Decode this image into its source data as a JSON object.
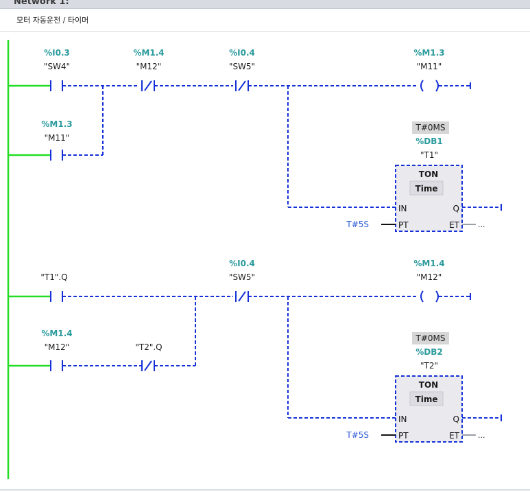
{
  "network": {
    "title": "Network 1:",
    "comment": "모터 자동운전 / 타이머"
  },
  "rung1": {
    "contact_sw4": {
      "address": "%I0.3",
      "tag": "\"SW4\""
    },
    "contact_m12": {
      "address": "%M1.4",
      "tag": "\"M12\""
    },
    "contact_sw5": {
      "address": "%I0.4",
      "tag": "\"SW5\""
    },
    "coil_m11": {
      "address": "%M1.3",
      "tag": "\"M11\""
    },
    "contact_m11": {
      "address": "%M1.3",
      "tag": "\"M11\""
    },
    "timer": {
      "preset_display": "T#0MS",
      "db": "%DB1",
      "name": "\"T1\"",
      "type": "TON",
      "subtitle": "Time",
      "pin_in": "IN",
      "pin_pt": "PT",
      "pin_q": "Q",
      "pin_et": "ET",
      "pt_value": "T#5S",
      "et_value": "..."
    }
  },
  "rung2": {
    "contact_t1q": {
      "tag": "\"T1\".Q"
    },
    "contact_sw5": {
      "address": "%I0.4",
      "tag": "\"SW5\""
    },
    "coil_m12": {
      "address": "%M1.4",
      "tag": "\"M12\""
    },
    "contact_m12": {
      "address": "%M1.4",
      "tag": "\"M12\""
    },
    "contact_t2q": {
      "tag": "\"T2\".Q"
    },
    "timer": {
      "preset_display": "T#0MS",
      "db": "%DB2",
      "name": "\"T2\"",
      "type": "TON",
      "subtitle": "Time",
      "pin_in": "IN",
      "pin_pt": "PT",
      "pin_q": "Q",
      "pin_et": "ET",
      "pt_value": "T#5S",
      "et_value": "..."
    }
  },
  "colors": {
    "power_rail": "#22dd22",
    "wire": "#1430d6",
    "address": "#2a9a9c",
    "param": "#2e5bd8"
  }
}
